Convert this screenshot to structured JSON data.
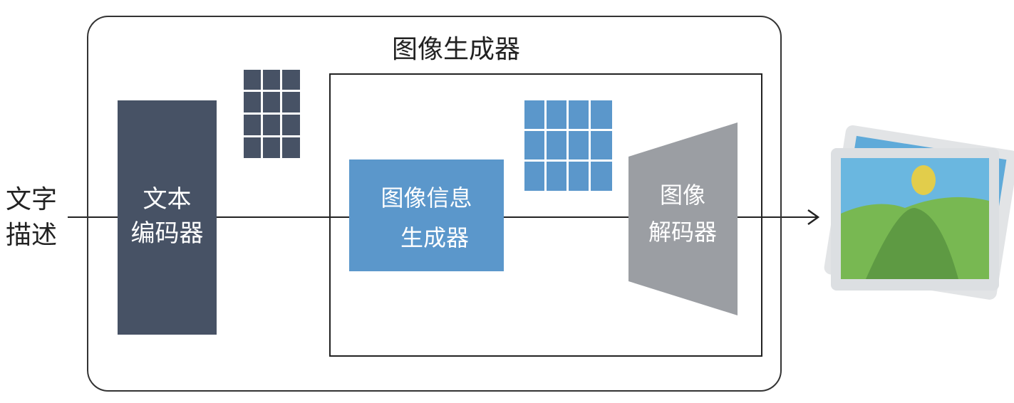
{
  "image_generator": {
    "title": "图像生成器"
  },
  "input": {
    "line1": "文字",
    "line2": "描述"
  },
  "text_encoder": {
    "line1": "文本",
    "line2": "编码器"
  },
  "info_creator": {
    "line1": "图像信息",
    "line2": "生成器"
  },
  "image_decoder": {
    "line1": "图像",
    "line2": "解码器"
  },
  "colors": {
    "encoder": "#475265",
    "text_embedding_grid": "#475265",
    "info_creator": "#5b97cb",
    "latent_grid": "#5b97cb",
    "decoder": "#9b9ea3",
    "arrow": "#222222"
  },
  "icons": {
    "loop": "refresh-loop-icon",
    "output": "picture-stack-icon"
  }
}
